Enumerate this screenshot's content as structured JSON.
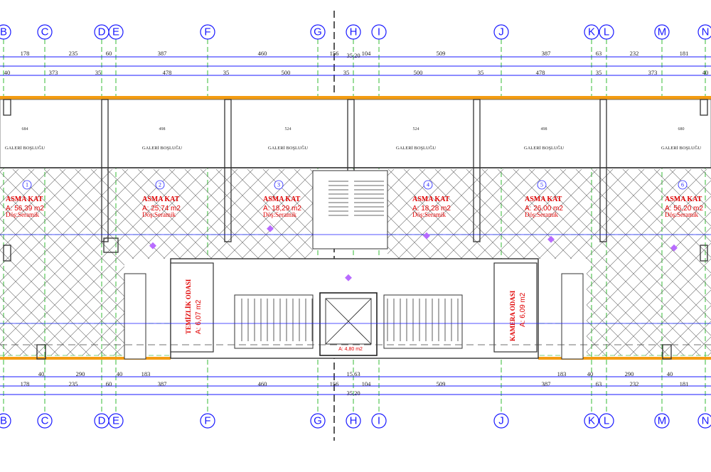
{
  "axes": [
    "B",
    "C",
    "D",
    "E",
    "F",
    "G",
    "H",
    "I",
    "J",
    "K",
    "L",
    "M",
    "N"
  ],
  "dims_top_row1": [
    "178",
    "235",
    "60",
    "387",
    "460",
    "156",
    "104",
    "509",
    "387",
    "63",
    "232",
    "181"
  ],
  "dims_top_total": "35.20",
  "dims_top_row3": [
    "40",
    "373",
    "35",
    "478",
    "35",
    "500",
    "35",
    "500",
    "35",
    "478",
    "35",
    "373",
    "40"
  ],
  "dims_bottom_row1": [
    "40",
    "290",
    "40",
    "183",
    "15.63",
    "183",
    "40",
    "290",
    "40"
  ],
  "dims_bottom_row2": [
    "178",
    "235",
    "60",
    "387",
    "460",
    "156",
    "104",
    "509",
    "387",
    "63",
    "232",
    "181"
  ],
  "dims_bottom_total": "35.20",
  "galeri_label": "GALERİ BOŞLUĞU",
  "galeri_widths": [
    "684",
    "498",
    "524",
    "524",
    "498",
    "680"
  ],
  "units": [
    {
      "num": "1",
      "title": "ASMA KAT",
      "area": "A:  56,39  m2",
      "floor": "Döş:Seramik"
    },
    {
      "num": "2",
      "title": "ASMA KAT",
      "area": "A:  25,74  m2",
      "floor": "Döş:Seramik"
    },
    {
      "num": "3",
      "title": "ASMA KAT",
      "area": "A:  18,29  m2",
      "floor": "Döş:Seramik"
    },
    {
      "num": "4",
      "title": "ASMA KAT",
      "area": "A:  18,28  m2",
      "floor": "Döş:Seramik"
    },
    {
      "num": "5",
      "title": "ASMA KAT",
      "area": "A:  26,00  m2",
      "floor": "Döş:Seramik"
    },
    {
      "num": "6",
      "title": "ASMA KAT",
      "area": "A:  56,20  m2",
      "floor": "Döş:Seramik"
    }
  ],
  "rooms": {
    "cleaning": {
      "title": "TEMİZLİK ODASI",
      "area": "A:  6,07  m2"
    },
    "camera": {
      "title": "KAMERA ODASI",
      "area": "A:  6,09  m2"
    },
    "elevator_area": "A: 4,80 m2"
  },
  "colors": {
    "axis": "#1a1aff",
    "grid": "#1fb41f",
    "wall_edge": "#f39c12",
    "room_label": "#e00000"
  }
}
